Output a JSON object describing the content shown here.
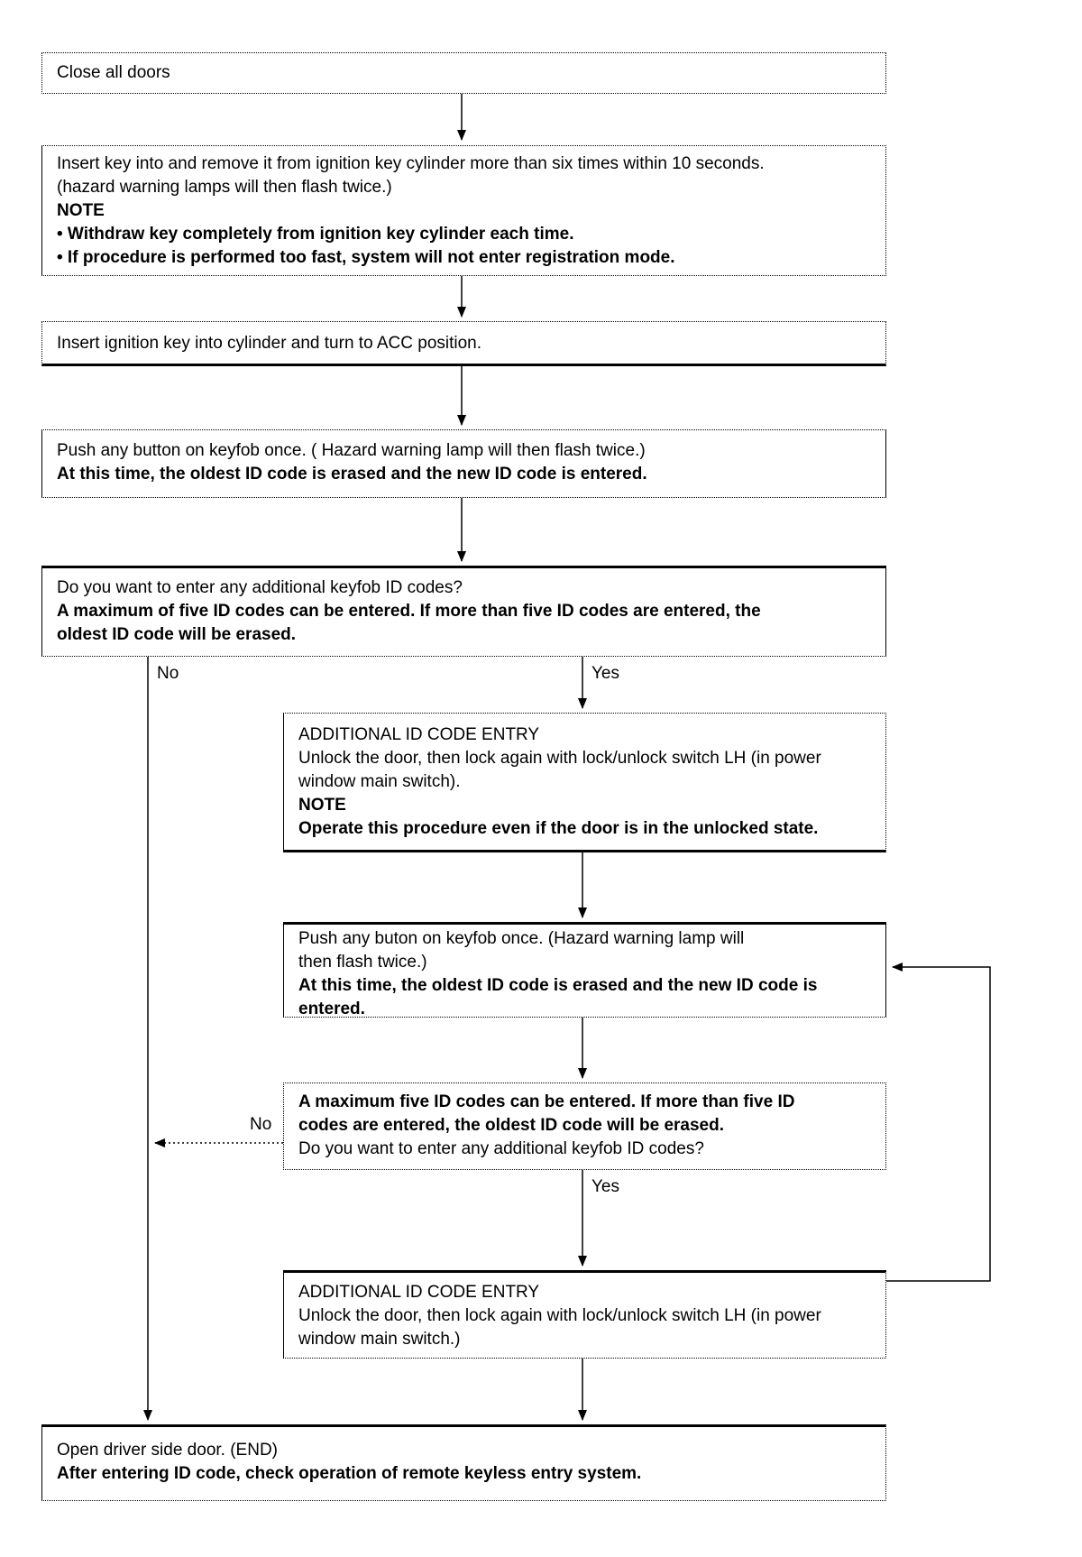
{
  "page": {
    "background_color": "#ffffff",
    "line_color": "#000000",
    "description": "Keyfob ID code registration flowchart"
  },
  "boxes": {
    "close_doors": {
      "lines": [
        "Close all doors"
      ]
    },
    "key_cycle": {
      "lines": [
        "Insert key into and remove it from ignition key cylinder more than six times within 10 seconds.",
        "(hazard warning lamps will then flash twice.)",
        "NOTE",
        "• Withdraw key completely from ignition key cylinder each time.",
        "• If procedure is performed too fast, system will not enter registration mode."
      ]
    },
    "acc_position": {
      "lines": [
        "Insert ignition key into cylinder and turn to ACC position."
      ]
    },
    "push_keyfob": {
      "lines": [
        "Push any button on keyfob once. ( Hazard warning lamp will then flash twice.)",
        "At this time, the oldest ID code is erased and the new ID code is entered."
      ]
    },
    "decision_additional": {
      "lines": [
        "Do you want to enter any additional keyfob ID codes?",
        "A maximum of five ID codes can be entered. If more than five ID codes are entered, the",
        "oldest ID code will be erased."
      ]
    },
    "additional_entry_1": {
      "lines": [
        "ADDITIONAL ID CODE ENTRY",
        "Unlock the door, then lock again with lock/unlock switch LH (in power",
        "window main switch).",
        "NOTE",
        "Operate this procedure even if the door is in the unlocked state."
      ]
    },
    "push_keyfob_2": {
      "lines": [
        "Push any buton on keyfob once. (Hazard warning lamp will",
        "then flash twice.)",
        "At this time, the oldest ID code is erased and the new ID code is",
        "entered."
      ]
    },
    "decision_additional_2": {
      "lines": [
        "A maximum five ID codes can be entered. If more than five ID",
        "codes are entered, the oldest ID code will be erased.",
        "Do you want to enter any additional keyfob ID codes?"
      ]
    },
    "additional_entry_2": {
      "lines": [
        "ADDITIONAL ID CODE ENTRY",
        "Unlock the door, then lock again with lock/unlock switch LH (in power",
        "window main switch.)"
      ]
    },
    "open_door_end": {
      "lines": [
        "Open driver side door. (END)",
        "After entering ID code, check operation of remote keyless entry system."
      ]
    }
  },
  "edge_labels": {
    "no1": "No",
    "yes1": "Yes",
    "no2": "No",
    "yes2": "Yes"
  }
}
